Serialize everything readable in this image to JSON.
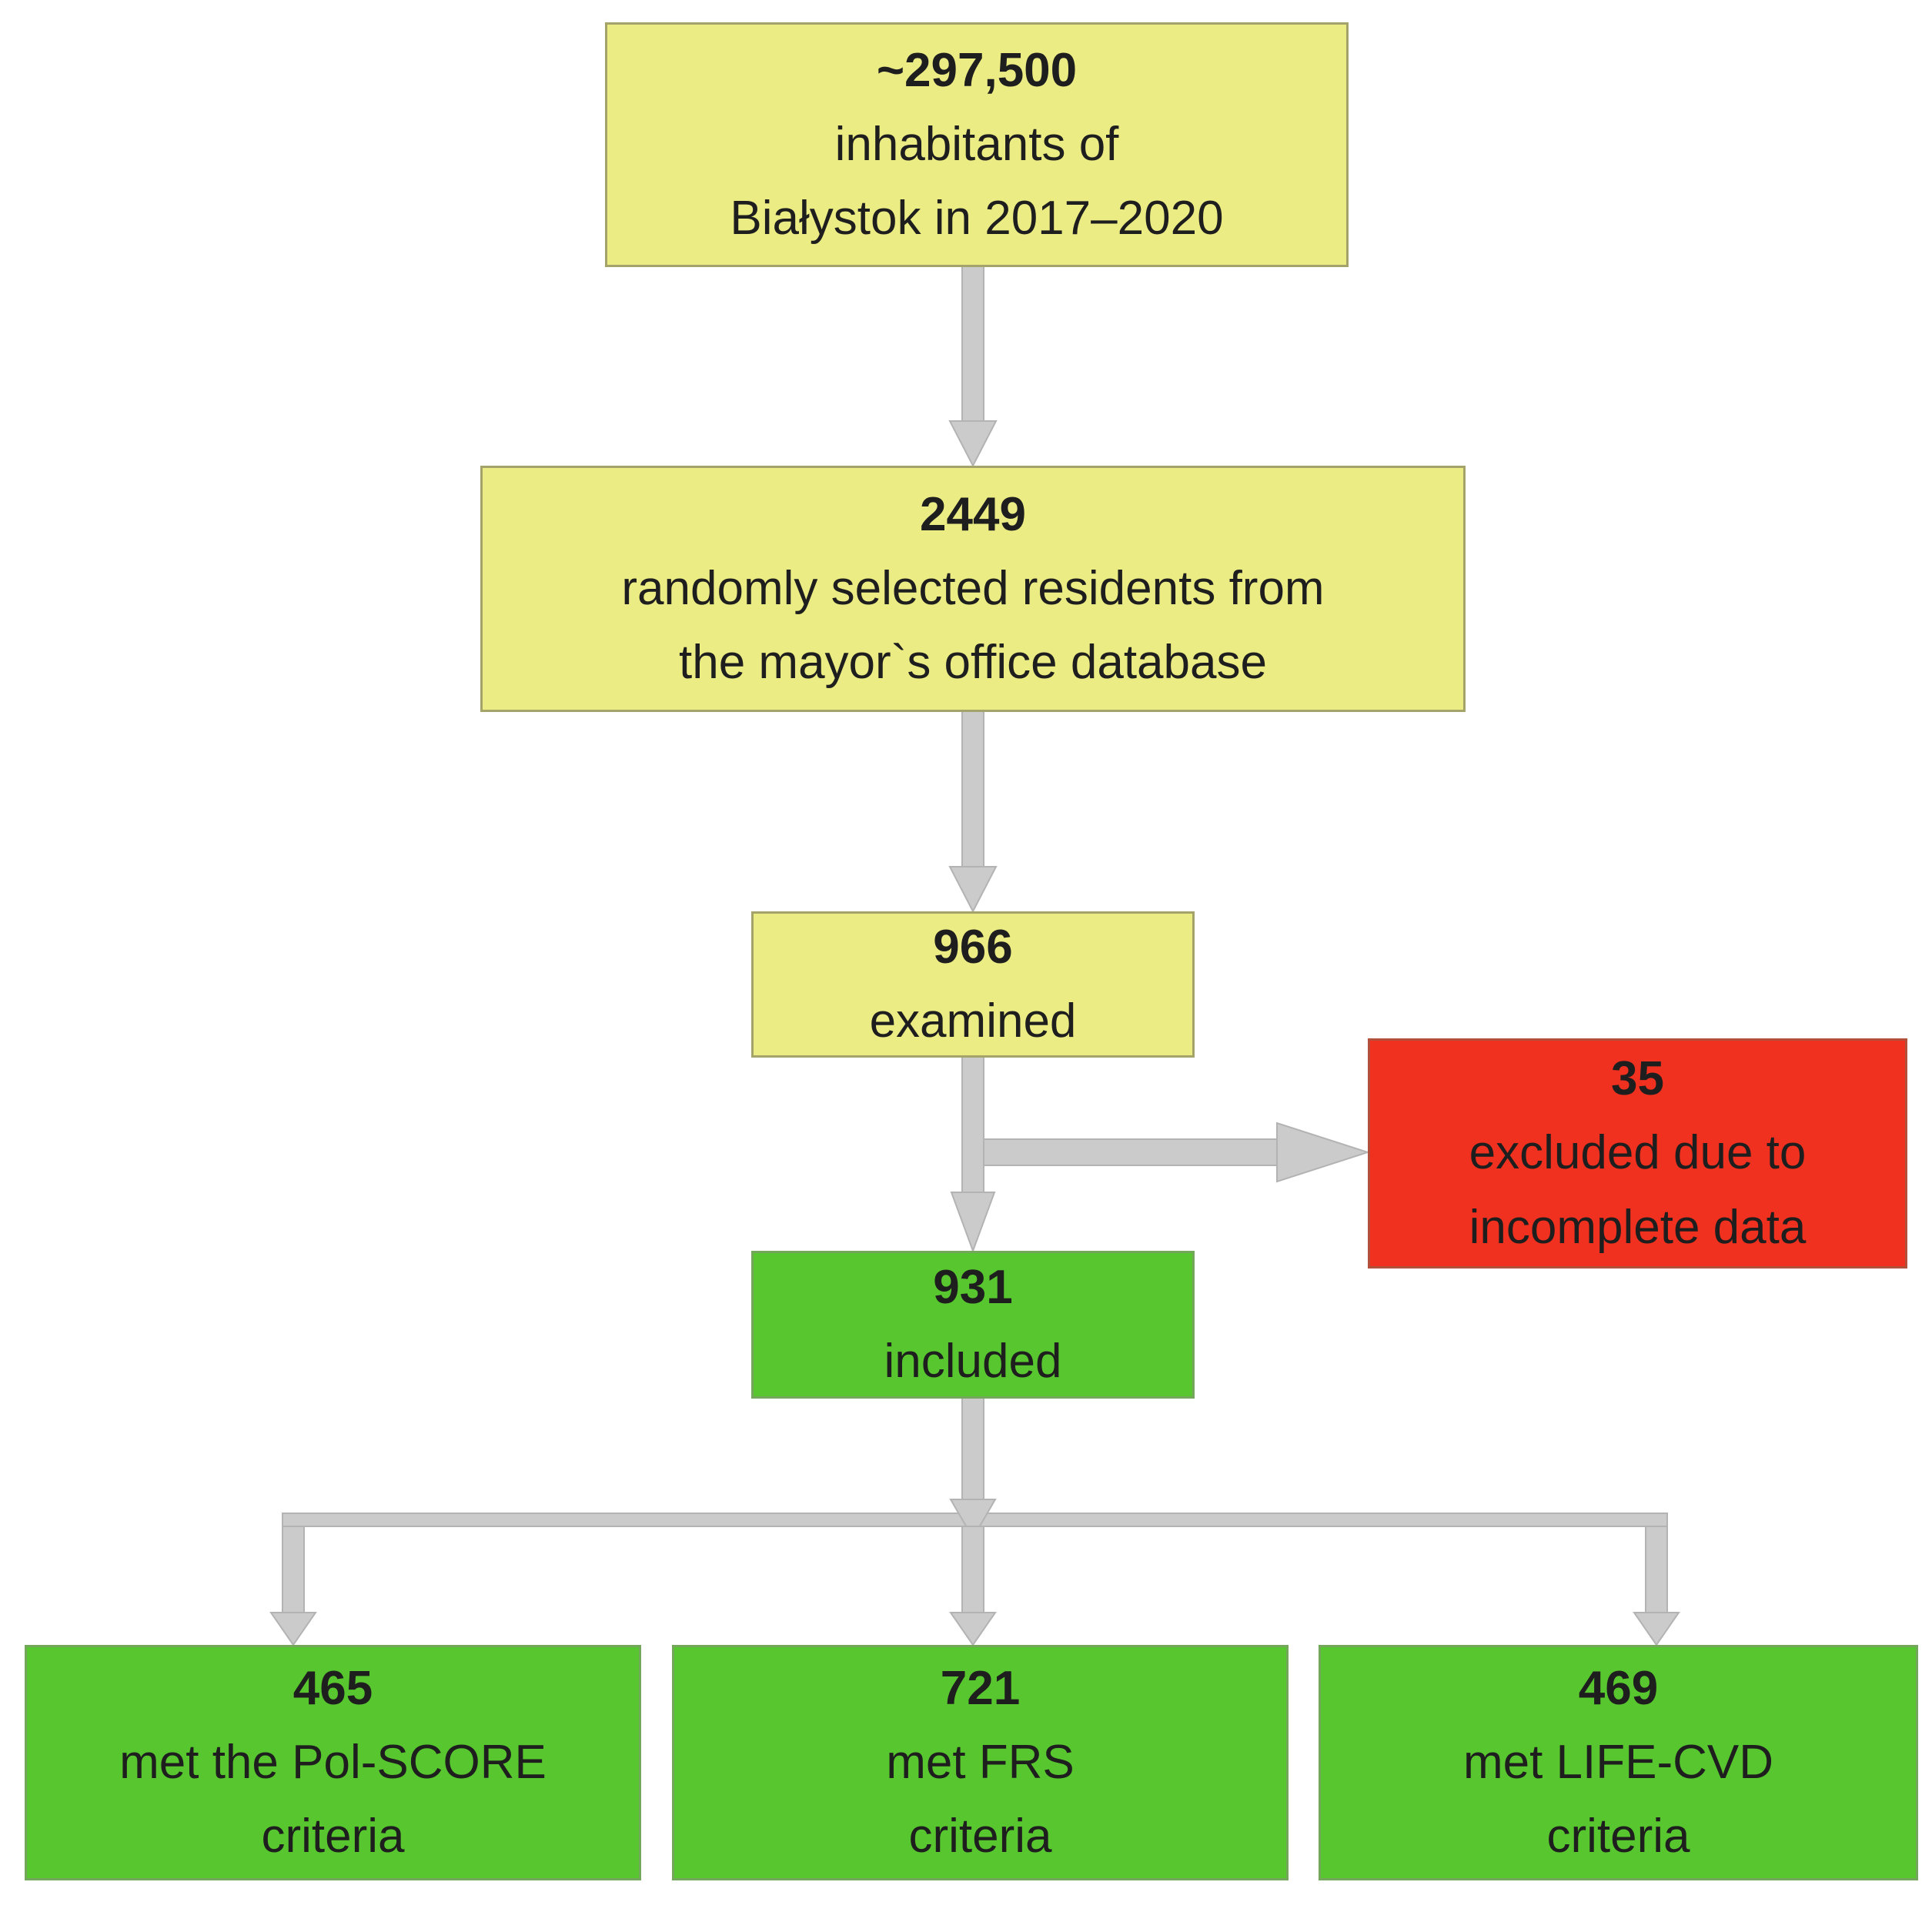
{
  "figure": {
    "type": "flowchart",
    "background": "#FFFFFF",
    "description": "Study participant flow diagram"
  },
  "colors": {
    "stage_yellow": "#ECEC85",
    "stage_yellow_border": "#A3A36A",
    "stage_green": "#58C72F",
    "stage_green_border": "#74A65B",
    "stage_red": "#F0311F",
    "stage_red_border": "#B2503C",
    "connector_fill": "#CBCBCB",
    "connector_stroke": "#B3B3B3",
    "text": "#1E1E1E"
  },
  "nodes": [
    {
      "id": "population",
      "kind": "yellow",
      "value": "~297,500",
      "lines": [
        "inhabitants of",
        "Białystok in 2017–2020"
      ]
    },
    {
      "id": "selected",
      "kind": "yellow",
      "value": "2449",
      "lines": [
        "randomly selected residents from",
        "the mayor`s office database"
      ]
    },
    {
      "id": "examined",
      "kind": "yellow",
      "value": "966",
      "lines": [
        "examined"
      ]
    },
    {
      "id": "excluded",
      "kind": "red",
      "value": "35",
      "lines": [
        "excluded due to",
        "incomplete data"
      ]
    },
    {
      "id": "included",
      "kind": "green",
      "value": "931",
      "lines": [
        "included"
      ]
    },
    {
      "id": "met-polscore",
      "kind": "green",
      "value": "465",
      "lines": [
        "met the Pol-SCORE",
        "criteria"
      ]
    },
    {
      "id": "met-frs",
      "kind": "green",
      "value": "721",
      "lines": [
        "met FRS",
        "criteria"
      ]
    },
    {
      "id": "met-lifecvd",
      "kind": "green",
      "value": "469",
      "lines": [
        "met LIFE-CVD",
        "criteria"
      ]
    }
  ],
  "edges": [
    {
      "from": "population",
      "to": "selected"
    },
    {
      "from": "selected",
      "to": "examined"
    },
    {
      "from": "examined",
      "to": "included"
    },
    {
      "from": "examined",
      "to": "excluded"
    },
    {
      "from": "included",
      "to": "met-polscore"
    },
    {
      "from": "included",
      "to": "met-frs"
    },
    {
      "from": "included",
      "to": "met-lifecvd"
    }
  ]
}
